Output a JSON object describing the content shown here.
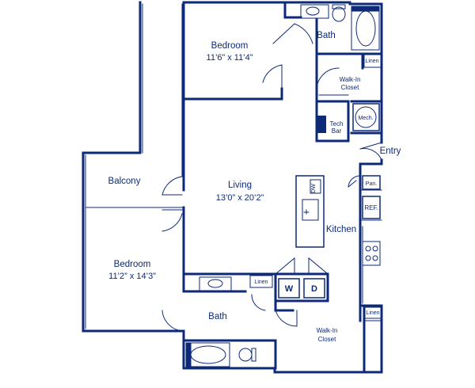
{
  "rooms": {
    "bedroom_top": {
      "name": "Bedroom",
      "dims": "11’6” x 11’4”"
    },
    "bath_top": {
      "name": "Bath"
    },
    "walkin_top": {
      "name_line1": "Walk-In",
      "name_line2": "Closet"
    },
    "linen_top": {
      "name": "Linen"
    },
    "tech_bar": {
      "name_line1": "Tech",
      "name_line2": "Bar"
    },
    "mech": {
      "name": "Mech."
    },
    "entry": {
      "name": "Entry"
    },
    "balcony": {
      "name": "Balcony"
    },
    "living": {
      "name": "Living",
      "dims": "13’0” x 20’2”"
    },
    "pantry": {
      "name": "Pan."
    },
    "refrigerator": {
      "name": "REF."
    },
    "kitchen": {
      "name": "Kitchen"
    },
    "dishwasher": {
      "name": "DW"
    },
    "bedroom_bottom": {
      "name": "Bedroom",
      "dims": "11’2” x 14’3”"
    },
    "linen_mid": {
      "name": "Linen"
    },
    "washer": {
      "name": "W"
    },
    "dryer": {
      "name": "D"
    },
    "bath_bottom": {
      "name": "Bath"
    },
    "linen_bottom": {
      "name": "Linen"
    },
    "walkin_bottom": {
      "name_line1": "Walk-In",
      "name_line2": "Closet"
    }
  },
  "colors": {
    "wall": "#0d2a78",
    "background": "#ffffff"
  }
}
